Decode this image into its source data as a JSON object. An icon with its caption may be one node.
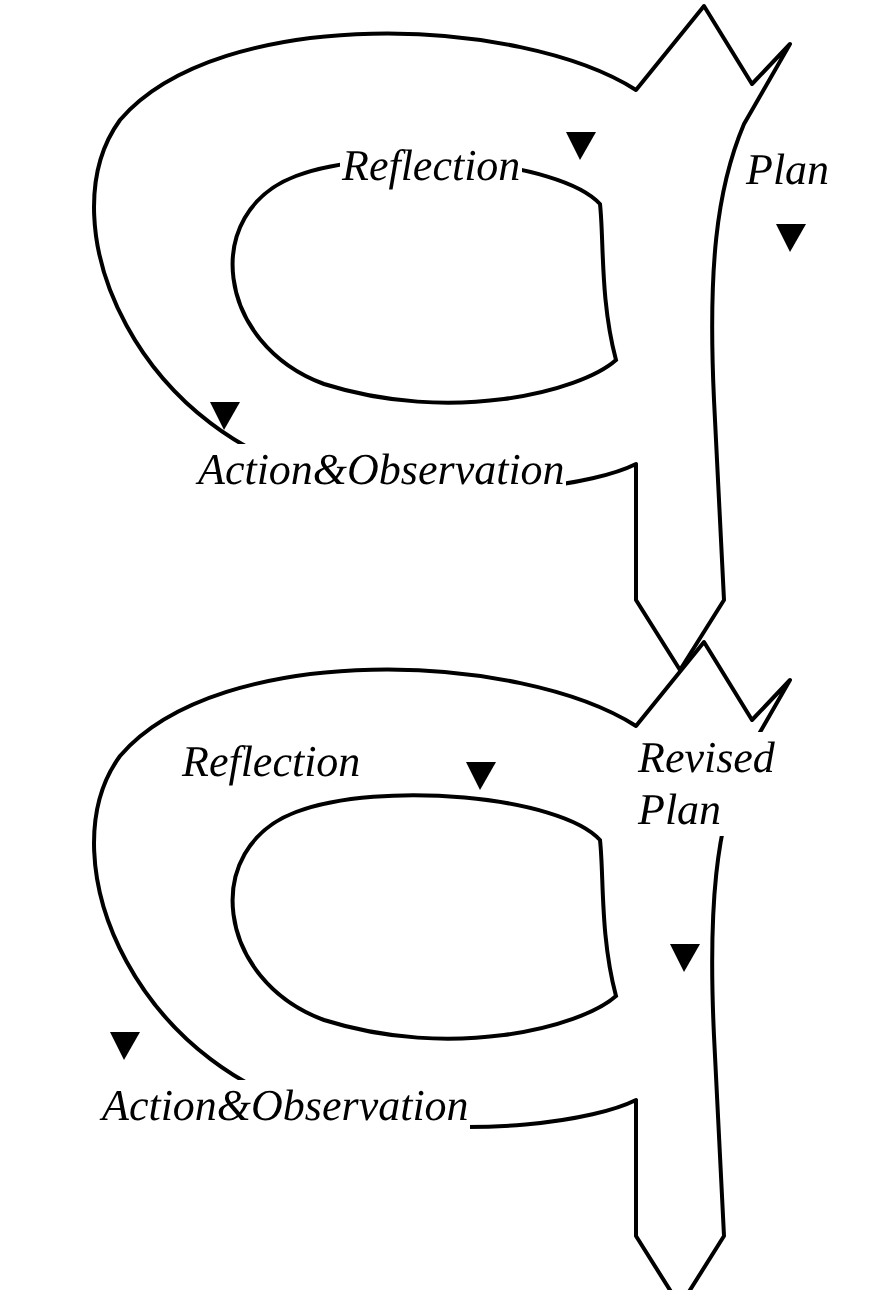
{
  "diagram": {
    "labels": [
      "Reflection",
      "Plan",
      "Action&Observation",
      "Reflection",
      "Revised Plan",
      "Action&Observation"
    ]
  }
}
